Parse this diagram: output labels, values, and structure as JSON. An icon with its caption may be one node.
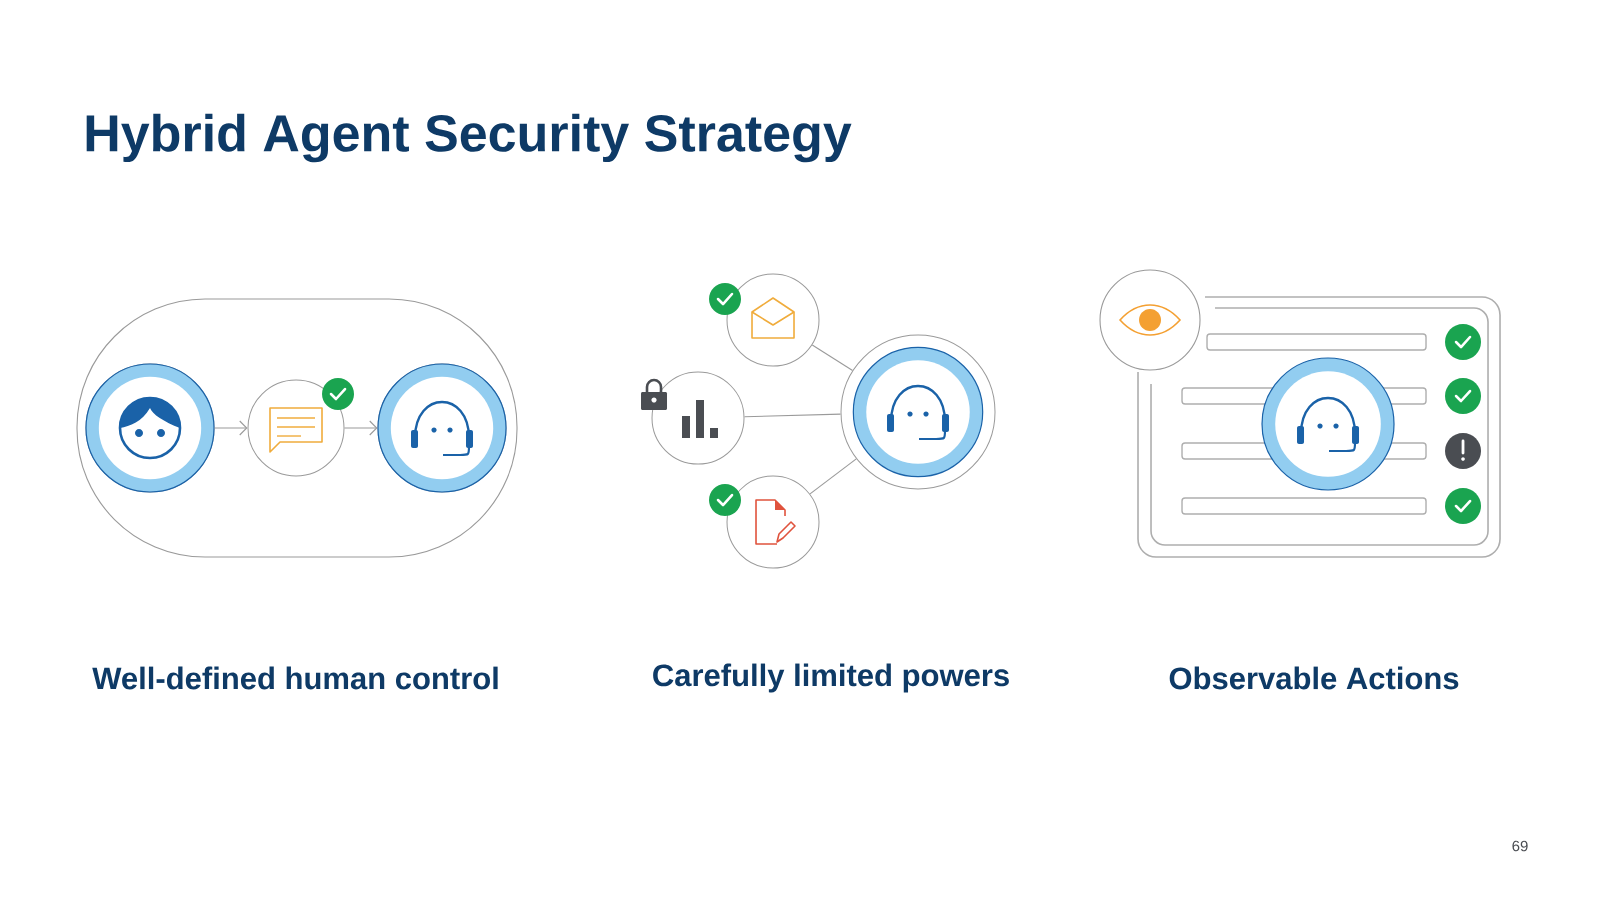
{
  "diagram": {
    "title": "Hybrid Agent Security Strategy",
    "nodes": [
      {
        "text": [],
        "shape": "circle"
      },
      {
        "text": [],
        "shape": "circle"
      },
      {
        "text": [],
        "shape": "circle"
      },
      {
        "text": [],
        "shape": "circle"
      },
      {
        "text": [],
        "shape": "circle"
      },
      {
        "text": [],
        "shape": "circle"
      },
      {
        "text": [],
        "shape": "circle"
      }
    ],
    "edges": [
      {
        "from": 0,
        "to": 1,
        "arrow": "to"
      },
      {
        "from": 1,
        "to": 2,
        "arrow": "to"
      },
      {
        "from": 3,
        "to": 6,
        "arrow": "none"
      },
      {
        "from": 4,
        "to": 6,
        "arrow": "none"
      },
      {
        "from": 5,
        "to": 6,
        "arrow": "none"
      }
    ],
    "labels": [
      "Well-defined human control",
      "Carefully limited powers",
      "Observable Actions",
      "69"
    ]
  }
}
